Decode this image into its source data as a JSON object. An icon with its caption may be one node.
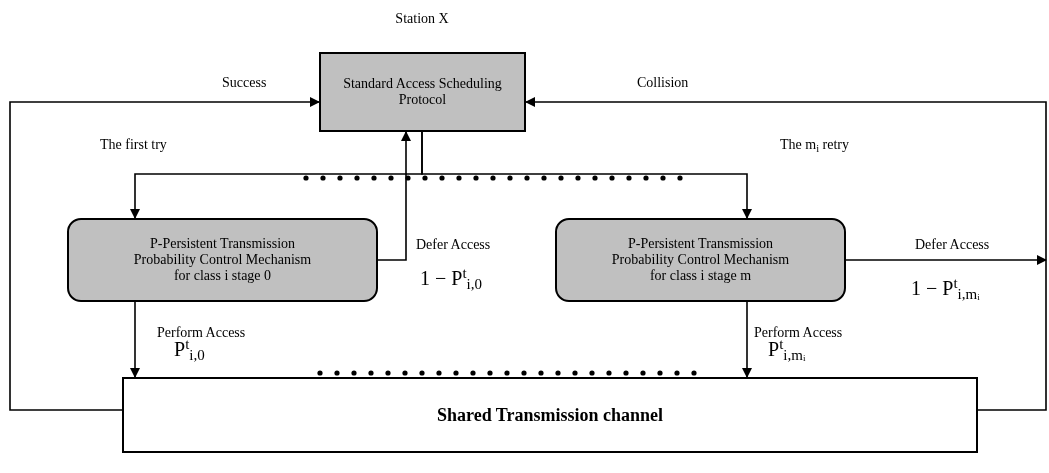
{
  "diagram": {
    "title": "Station X",
    "nodes": [
      {
        "text": [
          "Standard Access Scheduling Protocol"
        ]
      },
      {
        "text": [
          "P-Persistent Transmission Probability Control Mechanism for class i  stage 0"
        ]
      },
      {
        "text": [
          "P-Persistent Transmission Probability Control Mechanism for class i  stage m"
        ]
      },
      {
        "text": [
          "Shared Transmission channel"
        ]
      }
    ],
    "edges": [
      {
        "from": 3,
        "to": 0,
        "arrow": "to",
        "label": "Success"
      },
      {
        "from": 3,
        "to": 0,
        "arrow": "to",
        "label": "Collision"
      },
      {
        "from": 0,
        "to": 1,
        "arrow": "to",
        "label": "The first try"
      },
      {
        "from": 0,
        "to": 2,
        "arrow": "to",
        "label": "The m$_{i}$ retry"
      },
      {
        "from": 1,
        "to": 0,
        "arrow": "to",
        "label": "Defer Access"
      },
      {
        "from": 1,
        "to": 3,
        "arrow": "to",
        "label": "Perform Access"
      },
      {
        "from": 2,
        "to": 3,
        "arrow": "to",
        "label": "Perform Access"
      },
      {
        "from": 2,
        "to": null,
        "arrow": "to",
        "label": "Defer Access"
      }
    ],
    "labels": [
      "1 − P$^{t}$$_{i,0}$",
      "1 − P$^{t}$$_{i,mᵢ}$",
      "P$^{t}$$_{i,0}$",
      "P$^{t}$$_{i,mᵢ}$"
    ]
  }
}
